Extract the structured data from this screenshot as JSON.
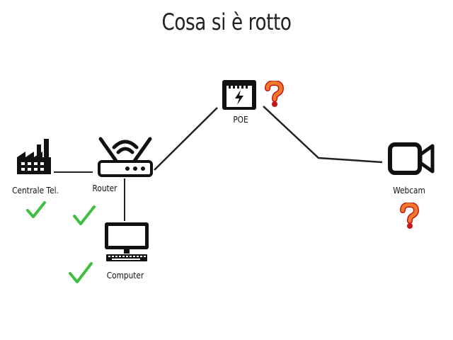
{
  "title": "Cosa si è rotto",
  "nodes": {
    "centrale": {
      "label": "Centrale Tel.",
      "status": "ok"
    },
    "router": {
      "label": "Router",
      "status": "ok"
    },
    "computer": {
      "label": "Computer",
      "status": "ok"
    },
    "poe": {
      "label": "POE",
      "status": "unknown"
    },
    "webcam": {
      "label": "Webcam",
      "status": "unknown"
    }
  },
  "colors": {
    "check": "#3fbf3f",
    "question": "#f07a2a",
    "question_dark": "#c4161c",
    "icon": "#111111",
    "line": "#222222"
  }
}
